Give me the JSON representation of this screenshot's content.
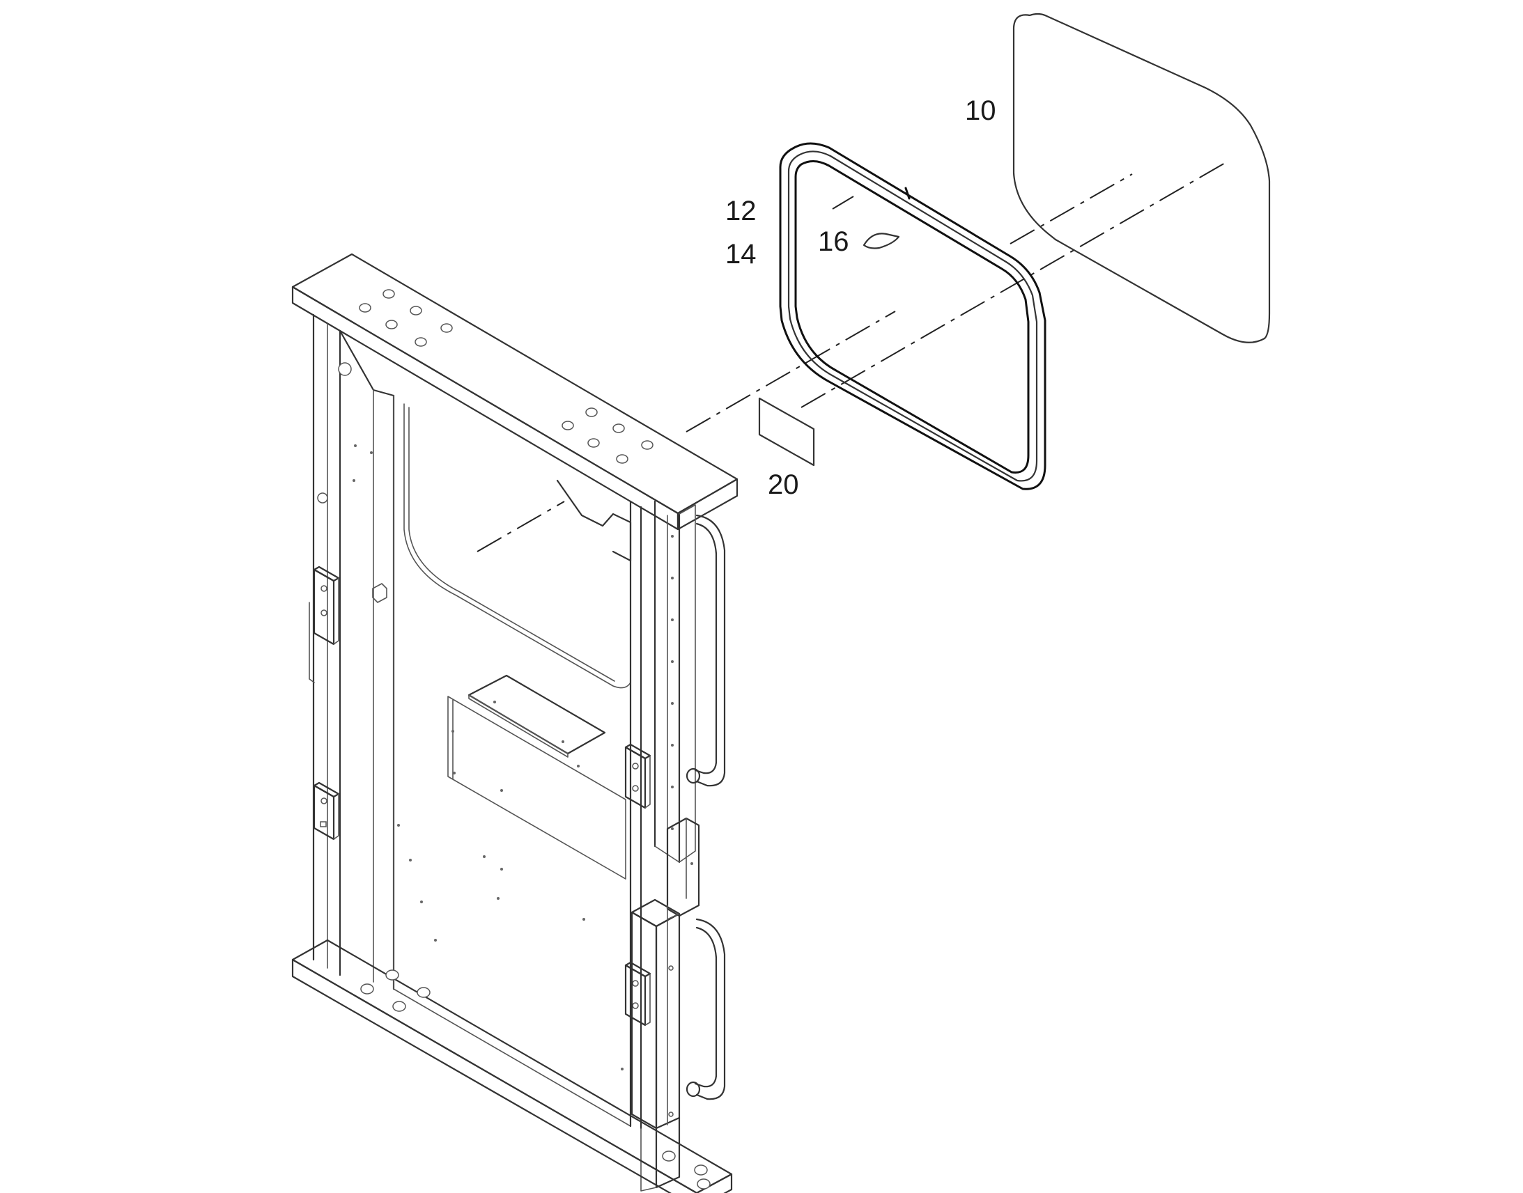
{
  "callouts": {
    "c10": "10",
    "c12": "12",
    "c14": "14",
    "c16": "16",
    "c20": "20"
  }
}
